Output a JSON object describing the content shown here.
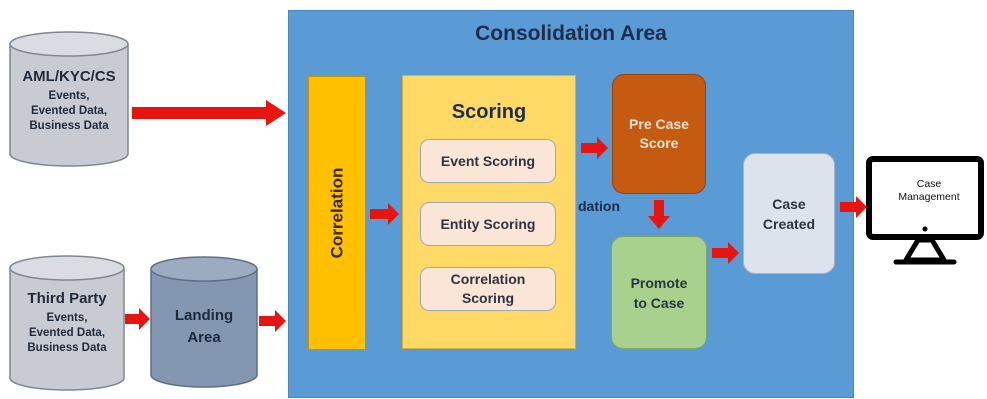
{
  "sources": {
    "aml": {
      "title": "AML/KYC/CS",
      "lines": [
        "Events,",
        "Evented Data,",
        "Business Data"
      ]
    },
    "third_party": {
      "title": "Third Party",
      "lines": [
        "Events,",
        "Evented Data,",
        "Business Data"
      ]
    },
    "landing": {
      "lines": [
        "Landing",
        "Area"
      ]
    }
  },
  "consolidation": {
    "title": "Consolidation Area",
    "correlation_label": "Correlation",
    "scoring": {
      "title": "Scoring",
      "items": [
        {
          "lines": [
            "Event Scoring"
          ]
        },
        {
          "lines": [
            "Entity Scoring"
          ]
        },
        {
          "lines": [
            "Correlation",
            "Scoring"
          ]
        }
      ]
    },
    "validation_fragment": "dation",
    "pre_case": {
      "lines": [
        "Pre Case",
        "Score"
      ]
    },
    "promote": {
      "lines": [
        "Promote",
        "to Case"
      ]
    },
    "case_created": {
      "lines": [
        "Case",
        "Created"
      ]
    }
  },
  "monitor": {
    "lines": [
      "Case",
      "Management"
    ]
  },
  "colors": {
    "consolidation_bg": "#5b9bd5",
    "correlation_bg": "#ffc000",
    "scoring_bg": "#ffd966",
    "pre_case_bg": "#c55a11",
    "promote_bg": "#a9d18e",
    "case_created_bg": "#dde3ed",
    "arrow": "#e8140f",
    "cylinder_gray": "#c8ccd2",
    "cylinder_blue": "#8497b0"
  }
}
